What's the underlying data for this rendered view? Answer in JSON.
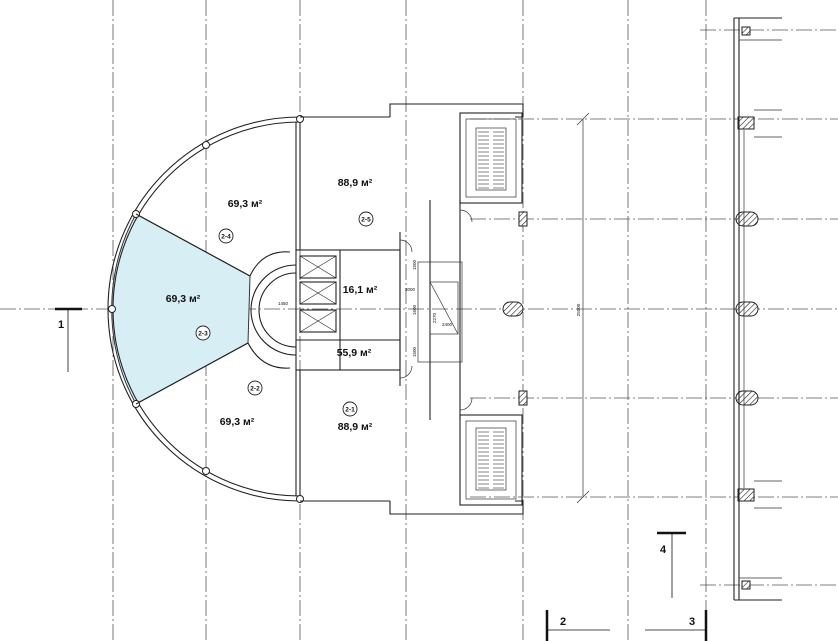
{
  "rooms": {
    "r21": {
      "id": "2-1",
      "area": "88,9 м²"
    },
    "r22": {
      "id": "2-2",
      "area": "69,3 м²"
    },
    "r23": {
      "id": "2-3",
      "area": "69,3 м²",
      "highlight": "#d8eef5"
    },
    "r24": {
      "id": "2-4",
      "area": "69,3 м²"
    },
    "r25": {
      "id": "2-5",
      "area": "88,9 м²"
    },
    "lift": {
      "area": "16,1 м²"
    },
    "corridor": {
      "area": "55,9 м²"
    }
  },
  "section_marks": {
    "left": "1",
    "right": "4"
  },
  "axes": {
    "a2": "2",
    "a3": "3"
  },
  "dimensions": {
    "overall": "25000",
    "d1": "3000",
    "d2": "1450",
    "d3": "1500",
    "d4": "2270",
    "d5": "2400",
    "d6": "1600",
    "d7": "1500"
  }
}
